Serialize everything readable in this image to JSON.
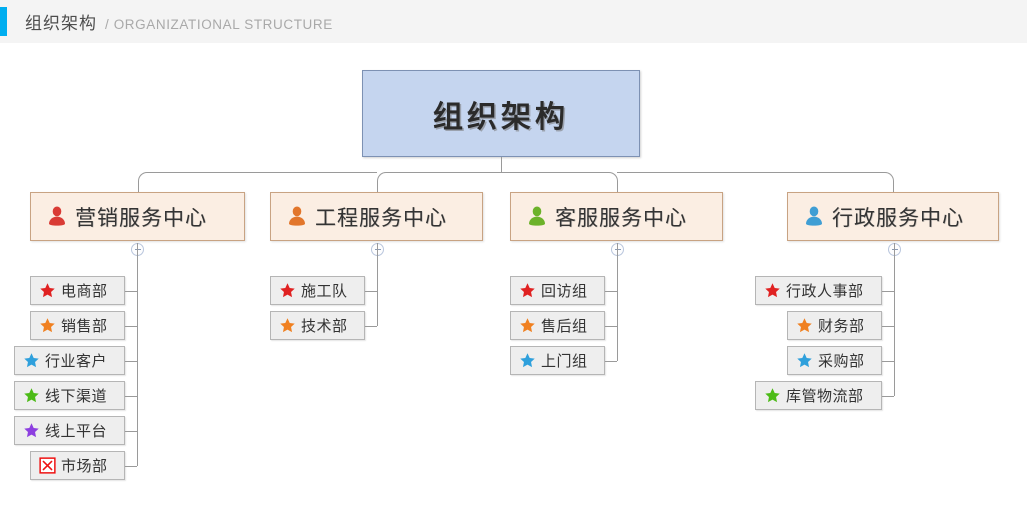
{
  "header": {
    "accent_color": "#00aef0",
    "title_cn": "组织架构",
    "title_en": "/ ORGANIZATIONAL STRUCTURE"
  },
  "chart": {
    "type": "org-chart",
    "root": {
      "label": "组织架构",
      "fill": "#c5d5ef",
      "border": "#7d91b3"
    },
    "toggle_icon_name": "collapse-minus-icon",
    "departments": [
      {
        "label": "营销服务中心",
        "icon": "person-icon",
        "icon_color": "#d93b35",
        "children": [
          {
            "label": "电商部",
            "icon": "star-icon",
            "icon_color": "#e02222"
          },
          {
            "label": "销售部",
            "icon": "star-icon",
            "icon_color": "#f08020"
          },
          {
            "label": "行业客户",
            "icon": "star-icon",
            "icon_color": "#2fa0dc"
          },
          {
            "label": "线下渠道",
            "icon": "star-icon",
            "icon_color": "#4cbb17"
          },
          {
            "label": "线上平台",
            "icon": "star-icon",
            "icon_color": "#8d3fe0"
          },
          {
            "label": "市场部",
            "icon": "x-box-icon",
            "icon_color": "#ee1111"
          }
        ]
      },
      {
        "label": "工程服务中心",
        "icon": "person-icon",
        "icon_color": "#e2762b",
        "children": [
          {
            "label": "施工队",
            "icon": "star-icon",
            "icon_color": "#e02222"
          },
          {
            "label": "技术部",
            "icon": "star-icon",
            "icon_color": "#f08020"
          }
        ]
      },
      {
        "label": "客服服务中心",
        "icon": "person-icon",
        "icon_color": "#6cb22a",
        "children": [
          {
            "label": "回访组",
            "icon": "star-icon",
            "icon_color": "#e02222"
          },
          {
            "label": "售后组",
            "icon": "star-icon",
            "icon_color": "#f08020"
          },
          {
            "label": "上门组",
            "icon": "star-icon",
            "icon_color": "#2fa0dc"
          }
        ]
      },
      {
        "label": "行政服务中心",
        "icon": "person-icon",
        "icon_color": "#3f9ed4",
        "children": [
          {
            "label": "行政人事部",
            "icon": "star-icon",
            "icon_color": "#e02222"
          },
          {
            "label": "财务部",
            "icon": "star-icon",
            "icon_color": "#f08020"
          },
          {
            "label": "采购部",
            "icon": "star-icon",
            "icon_color": "#2fa0dc"
          },
          {
            "label": "库管物流部",
            "icon": "star-icon",
            "icon_color": "#4cbb17"
          }
        ]
      }
    ]
  }
}
